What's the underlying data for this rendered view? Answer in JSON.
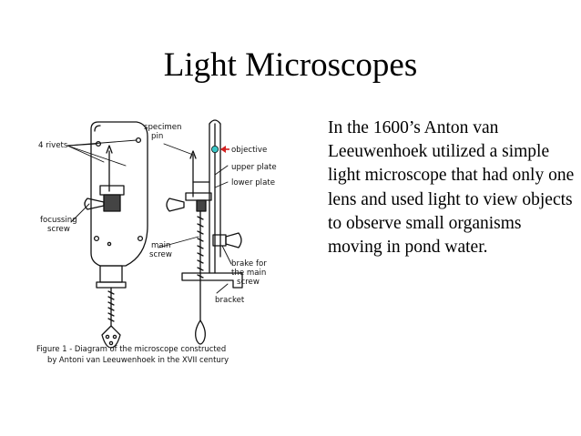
{
  "title": "Light Microscopes",
  "body_text": "In the 1600’s Anton van Leeuwenhoek utilized a simple light microscope that had only one lens and used light to view objects to observe small organisms moving in pond water.",
  "figure": {
    "labels": {
      "rivets": "4 rivets",
      "specimen_pin_1": "specimen",
      "specimen_pin_2": "pin",
      "objective": "objective",
      "upper_plate": "upper plate",
      "lower_plate": "lower plate",
      "focussing_screw_1": "focussing",
      "focussing_screw_2": "screw",
      "main_screw_1": "main",
      "main_screw_2": "screw",
      "brake_1": "brake for",
      "brake_2": "the main",
      "brake_3": "screw",
      "bracket": "bracket"
    },
    "caption_line1": "Figure 1 - Diagram of the microscope constructed",
    "caption_line2": "by Antoni van Leeuwenhoek in the XVII century",
    "colors": {
      "objective_lens": "#38c6c6",
      "objective_arrow": "#d22020"
    }
  }
}
